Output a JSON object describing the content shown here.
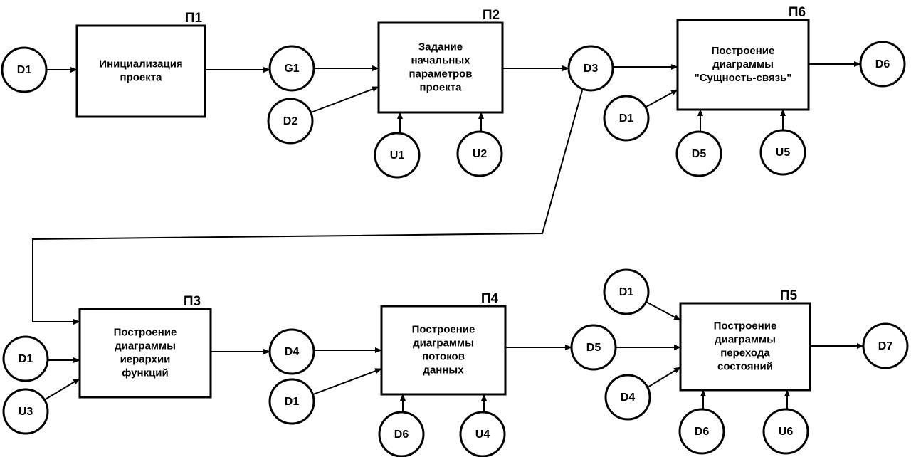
{
  "processes": [
    {
      "id": "p1",
      "label": "П1",
      "lines": [
        "Инициализация",
        "проекта"
      ]
    },
    {
      "id": "p2",
      "label": "П2",
      "lines": [
        "Задание",
        "начальных",
        "параметров",
        "проекта"
      ]
    },
    {
      "id": "p6",
      "label": "П6",
      "lines": [
        "Построение",
        "диаграммы",
        "\"Сущность-связь\""
      ]
    },
    {
      "id": "p3",
      "label": "П3",
      "lines": [
        "Построение",
        "диаграммы",
        "иерархии",
        "функций"
      ]
    },
    {
      "id": "p4",
      "label": "П4",
      "lines": [
        "Построение",
        "диаграммы",
        "потоков",
        "данных"
      ]
    },
    {
      "id": "p5",
      "label": "П5",
      "lines": [
        "Построение",
        "диаграммы",
        "перехода",
        "состояний"
      ]
    }
  ],
  "nodes": [
    {
      "id": "n-d1-a",
      "label": "D1"
    },
    {
      "id": "n-g1",
      "label": "G1"
    },
    {
      "id": "n-d2",
      "label": "D2"
    },
    {
      "id": "n-u1",
      "label": "U1"
    },
    {
      "id": "n-u2",
      "label": "U2"
    },
    {
      "id": "n-d3",
      "label": "D3"
    },
    {
      "id": "n-d1-b",
      "label": "D1"
    },
    {
      "id": "n-d5-a",
      "label": "D5"
    },
    {
      "id": "n-u5",
      "label": "U5"
    },
    {
      "id": "n-d6-a",
      "label": "D6"
    },
    {
      "id": "n-d1-c",
      "label": "D1"
    },
    {
      "id": "n-u3",
      "label": "U3"
    },
    {
      "id": "n-d4-a",
      "label": "D4"
    },
    {
      "id": "n-d1-d",
      "label": "D1"
    },
    {
      "id": "n-d6-b",
      "label": "D6"
    },
    {
      "id": "n-u4",
      "label": "U4"
    },
    {
      "id": "n-d5-b",
      "label": "D5"
    },
    {
      "id": "n-d1-e",
      "label": "D1"
    },
    {
      "id": "n-d4-b",
      "label": "D4"
    },
    {
      "id": "n-d6-c",
      "label": "D6"
    },
    {
      "id": "n-u6",
      "label": "U6"
    },
    {
      "id": "n-d7",
      "label": "D7"
    }
  ],
  "edges": [
    [
      "n-d1-a",
      "p1"
    ],
    [
      "p1",
      "n-g1"
    ],
    [
      "n-g1",
      "p2"
    ],
    [
      "n-d2",
      "p2"
    ],
    [
      "n-u1",
      "p2"
    ],
    [
      "n-u2",
      "p2"
    ],
    [
      "p2",
      "n-d3"
    ],
    [
      "n-d3",
      "p6"
    ],
    [
      "n-d1-b",
      "p6"
    ],
    [
      "n-d5-a",
      "p6"
    ],
    [
      "n-u5",
      "p6"
    ],
    [
      "p6",
      "n-d6-a"
    ],
    [
      "n-d3",
      "p3"
    ],
    [
      "n-d1-c",
      "p3"
    ],
    [
      "n-u3",
      "p3"
    ],
    [
      "p3",
      "n-d4-a"
    ],
    [
      "n-d4-a",
      "p4"
    ],
    [
      "n-d1-d",
      "p4"
    ],
    [
      "n-d6-b",
      "p4"
    ],
    [
      "n-u4",
      "p4"
    ],
    [
      "p4",
      "n-d5-b"
    ],
    [
      "n-d5-b",
      "p5"
    ],
    [
      "n-d1-e",
      "p5"
    ],
    [
      "n-d4-b",
      "p5"
    ],
    [
      "n-d6-c",
      "p5"
    ],
    [
      "n-u6",
      "p5"
    ],
    [
      "p5",
      "n-d7"
    ]
  ]
}
